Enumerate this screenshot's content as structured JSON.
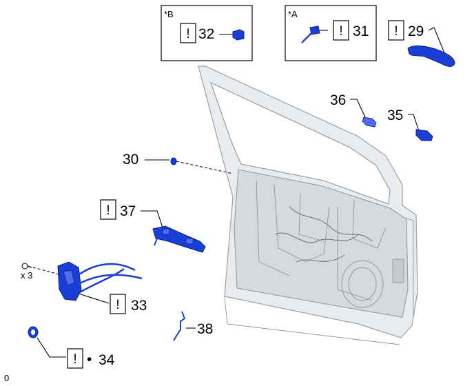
{
  "callouts": {
    "c29": "29",
    "c30": "30",
    "c31": "31",
    "c32": "32",
    "c33": "33",
    "c34": "34",
    "c35": "35",
    "c36": "36",
    "c37": "37",
    "c38": "38"
  },
  "box_labels": {
    "a": "*A",
    "b": "*B"
  },
  "notice_mark": "!",
  "qty_note": "x 3",
  "bullet": "•",
  "corner_label": "0",
  "colors": {
    "part": "#1a3fd6",
    "door": "#e9ecef"
  }
}
